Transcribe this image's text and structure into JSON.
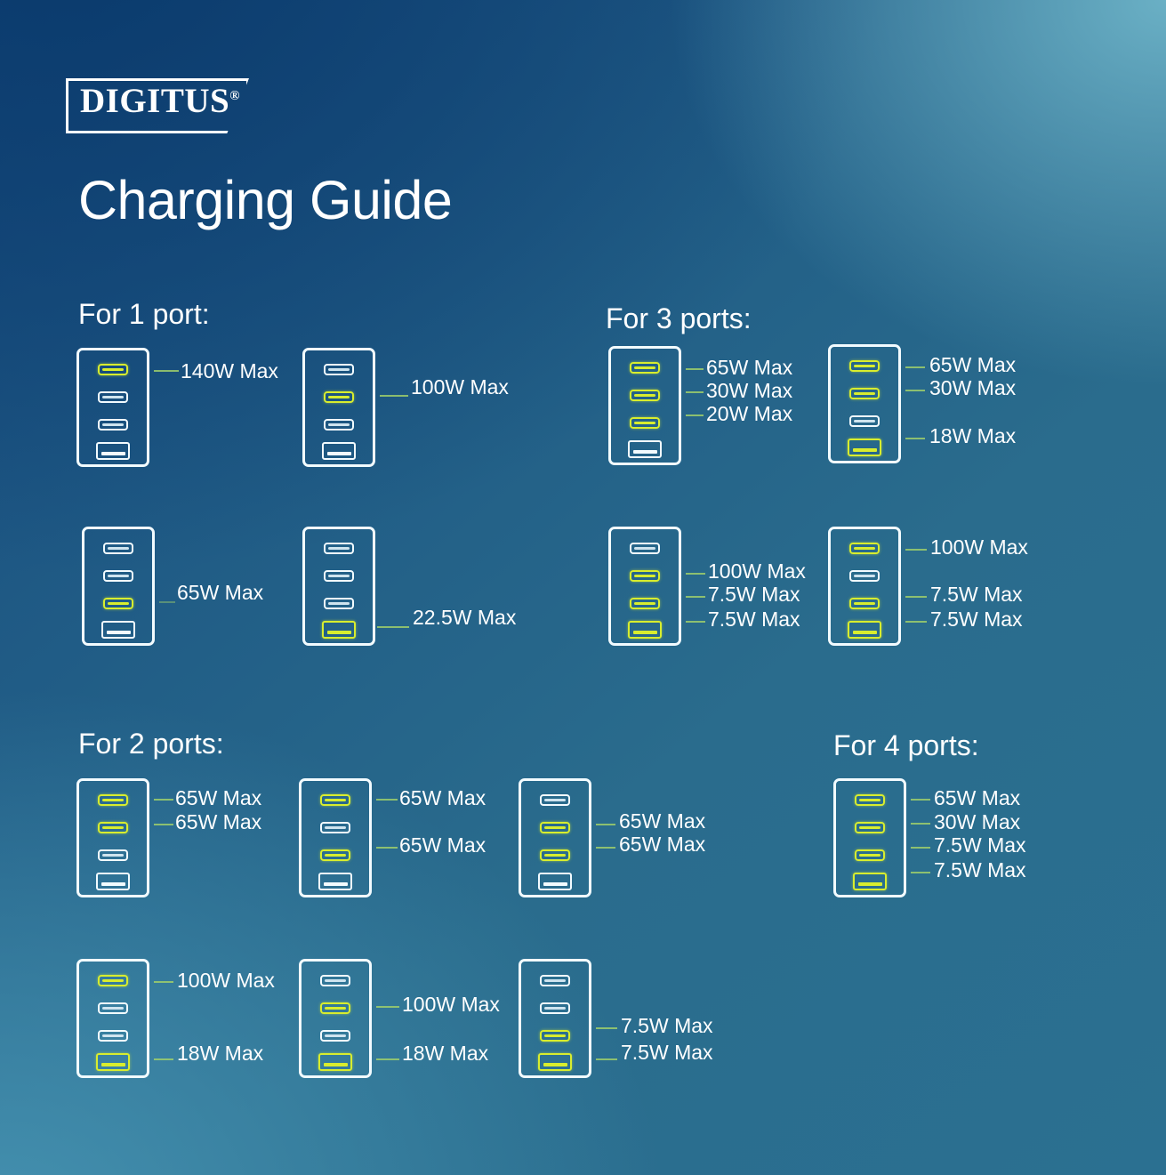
{
  "brand": {
    "name": "DIGITUS",
    "trademark": "®"
  },
  "title": "Charging Guide",
  "sections": {
    "one_port": {
      "heading": "For 1 port:"
    },
    "two_ports": {
      "heading": "For 2 ports:"
    },
    "three_ports": {
      "heading": "For 3 ports:"
    },
    "four_ports": {
      "heading": "For 4 ports:"
    }
  },
  "chargers": [
    {
      "id": "p1-a",
      "group": "one_port",
      "ports": [
        {
          "type": "usb-c",
          "active": true,
          "label": "140W Max"
        },
        {
          "type": "usb-c",
          "active": false,
          "label": ""
        },
        {
          "type": "usb-c",
          "active": false,
          "label": ""
        },
        {
          "type": "usb-a",
          "active": false,
          "label": ""
        }
      ]
    },
    {
      "id": "p1-b",
      "group": "one_port",
      "ports": [
        {
          "type": "usb-c",
          "active": false,
          "label": ""
        },
        {
          "type": "usb-c",
          "active": true,
          "label": "100W Max"
        },
        {
          "type": "usb-c",
          "active": false,
          "label": ""
        },
        {
          "type": "usb-a",
          "active": false,
          "label": ""
        }
      ]
    },
    {
      "id": "p1-c",
      "group": "one_port",
      "ports": [
        {
          "type": "usb-c",
          "active": false,
          "label": ""
        },
        {
          "type": "usb-c",
          "active": false,
          "label": ""
        },
        {
          "type": "usb-c",
          "active": true,
          "label": "65W Max"
        },
        {
          "type": "usb-a",
          "active": false,
          "label": ""
        }
      ]
    },
    {
      "id": "p1-d",
      "group": "one_port",
      "ports": [
        {
          "type": "usb-c",
          "active": false,
          "label": ""
        },
        {
          "type": "usb-c",
          "active": false,
          "label": ""
        },
        {
          "type": "usb-c",
          "active": false,
          "label": ""
        },
        {
          "type": "usb-a",
          "active": true,
          "label": "22.5W Max"
        }
      ]
    },
    {
      "id": "p2-a",
      "group": "two_ports",
      "ports": [
        {
          "type": "usb-c",
          "active": true,
          "label": "65W Max"
        },
        {
          "type": "usb-c",
          "active": true,
          "label": "65W Max"
        },
        {
          "type": "usb-c",
          "active": false,
          "label": ""
        },
        {
          "type": "usb-a",
          "active": false,
          "label": ""
        }
      ]
    },
    {
      "id": "p2-b",
      "group": "two_ports",
      "ports": [
        {
          "type": "usb-c",
          "active": true,
          "label": "65W Max"
        },
        {
          "type": "usb-c",
          "active": false,
          "label": ""
        },
        {
          "type": "usb-c",
          "active": true,
          "label": "65W Max"
        },
        {
          "type": "usb-a",
          "active": false,
          "label": ""
        }
      ]
    },
    {
      "id": "p2-c",
      "group": "two_ports",
      "ports": [
        {
          "type": "usb-c",
          "active": false,
          "label": ""
        },
        {
          "type": "usb-c",
          "active": true,
          "label": "65W Max"
        },
        {
          "type": "usb-c",
          "active": true,
          "label": "65W Max"
        },
        {
          "type": "usb-a",
          "active": false,
          "label": ""
        }
      ]
    },
    {
      "id": "p2-d",
      "group": "two_ports",
      "ports": [
        {
          "type": "usb-c",
          "active": true,
          "label": "100W Max"
        },
        {
          "type": "usb-c",
          "active": false,
          "label": ""
        },
        {
          "type": "usb-c",
          "active": false,
          "label": ""
        },
        {
          "type": "usb-a",
          "active": true,
          "label": "18W Max"
        }
      ]
    },
    {
      "id": "p2-e",
      "group": "two_ports",
      "ports": [
        {
          "type": "usb-c",
          "active": false,
          "label": ""
        },
        {
          "type": "usb-c",
          "active": true,
          "label": "100W Max"
        },
        {
          "type": "usb-c",
          "active": false,
          "label": ""
        },
        {
          "type": "usb-a",
          "active": true,
          "label": "18W Max"
        }
      ]
    },
    {
      "id": "p2-f",
      "group": "two_ports",
      "ports": [
        {
          "type": "usb-c",
          "active": false,
          "label": ""
        },
        {
          "type": "usb-c",
          "active": false,
          "label": ""
        },
        {
          "type": "usb-c",
          "active": true,
          "label": "7.5W Max"
        },
        {
          "type": "usb-a",
          "active": true,
          "label": "7.5W Max"
        }
      ]
    },
    {
      "id": "p3-a",
      "group": "three_ports",
      "ports": [
        {
          "type": "usb-c",
          "active": true,
          "label": "65W Max"
        },
        {
          "type": "usb-c",
          "active": true,
          "label": "30W Max"
        },
        {
          "type": "usb-c",
          "active": true,
          "label": "20W Max"
        },
        {
          "type": "usb-a",
          "active": false,
          "label": ""
        }
      ]
    },
    {
      "id": "p3-b",
      "group": "three_ports",
      "ports": [
        {
          "type": "usb-c",
          "active": true,
          "label": "65W Max"
        },
        {
          "type": "usb-c",
          "active": true,
          "label": "30W Max"
        },
        {
          "type": "usb-c",
          "active": false,
          "label": ""
        },
        {
          "type": "usb-a",
          "active": true,
          "label": "18W Max"
        }
      ]
    },
    {
      "id": "p3-c",
      "group": "three_ports",
      "ports": [
        {
          "type": "usb-c",
          "active": false,
          "label": ""
        },
        {
          "type": "usb-c",
          "active": true,
          "label": "100W Max"
        },
        {
          "type": "usb-c",
          "active": true,
          "label": "7.5W Max"
        },
        {
          "type": "usb-a",
          "active": true,
          "label": "7.5W Max"
        }
      ]
    },
    {
      "id": "p3-d",
      "group": "three_ports",
      "ports": [
        {
          "type": "usb-c",
          "active": true,
          "label": "100W Max"
        },
        {
          "type": "usb-c",
          "active": false,
          "label": ""
        },
        {
          "type": "usb-c",
          "active": true,
          "label": "7.5W Max"
        },
        {
          "type": "usb-a",
          "active": true,
          "label": "7.5W Max"
        }
      ]
    },
    {
      "id": "p4-a",
      "group": "four_ports",
      "ports": [
        {
          "type": "usb-c",
          "active": true,
          "label": "65W Max"
        },
        {
          "type": "usb-c",
          "active": true,
          "label": "30W Max"
        },
        {
          "type": "usb-c",
          "active": true,
          "label": "7.5W Max"
        },
        {
          "type": "usb-a",
          "active": true,
          "label": "7.5W Max"
        }
      ]
    }
  ],
  "colors": {
    "accent": "#d8ed2e",
    "outline": "#f2fbff",
    "leader": "#9fcf6b",
    "text": "#ffffff",
    "bg_dark": "#16497d",
    "bg_light": "#4c96ad"
  }
}
